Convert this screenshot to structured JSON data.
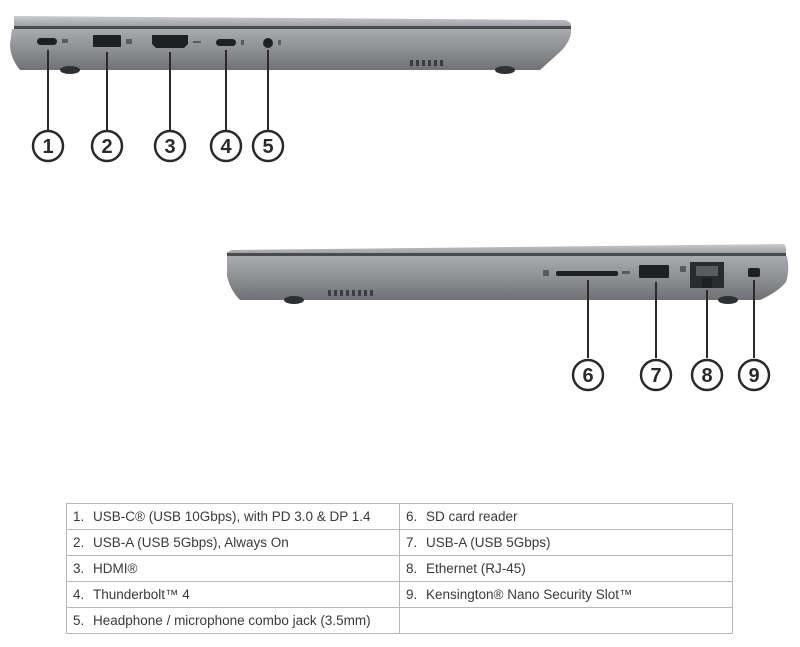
{
  "left_side": {
    "callouts": [
      "1",
      "2",
      "3",
      "4",
      "5"
    ]
  },
  "right_side": {
    "callouts": [
      "6",
      "7",
      "8",
      "9"
    ]
  },
  "port_table": {
    "rows": [
      {
        "left": {
          "num": "1.",
          "text": "USB-C® (USB 10Gbps), with PD 3.0 & DP 1.4"
        },
        "right": {
          "num": "6.",
          "text": "SD card reader"
        }
      },
      {
        "left": {
          "num": "2.",
          "text": "USB-A (USB 5Gbps), Always On"
        },
        "right": {
          "num": "7.",
          "text": "USB-A (USB 5Gbps)"
        }
      },
      {
        "left": {
          "num": "3.",
          "text": "HDMI®"
        },
        "right": {
          "num": "8.",
          "text": "Ethernet (RJ-45)"
        }
      },
      {
        "left": {
          "num": "4.",
          "text": "Thunderbolt™ 4"
        },
        "right": {
          "num": "9.",
          "text": "Kensington® Nano Security Slot™"
        }
      },
      {
        "left": {
          "num": "5.",
          "text": "Headphone / microphone combo jack (3.5mm)"
        },
        "right": {
          "num": "",
          "text": ""
        }
      }
    ]
  }
}
